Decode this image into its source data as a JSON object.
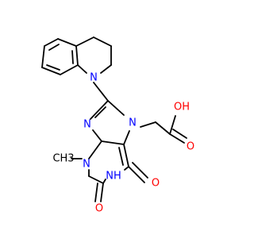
{
  "atoms": {
    "n_quinoline": "N",
    "n7": "N",
    "n9": "N",
    "n3": "N",
    "n1h": "NH",
    "o6": "O",
    "o2": "O",
    "o_carbonyl": "O",
    "oh": "OH",
    "methyl": "CH3"
  },
  "colors": {
    "bond": "#000000",
    "nitrogen": "#0000ff",
    "oxygen": "#ff0000"
  }
}
